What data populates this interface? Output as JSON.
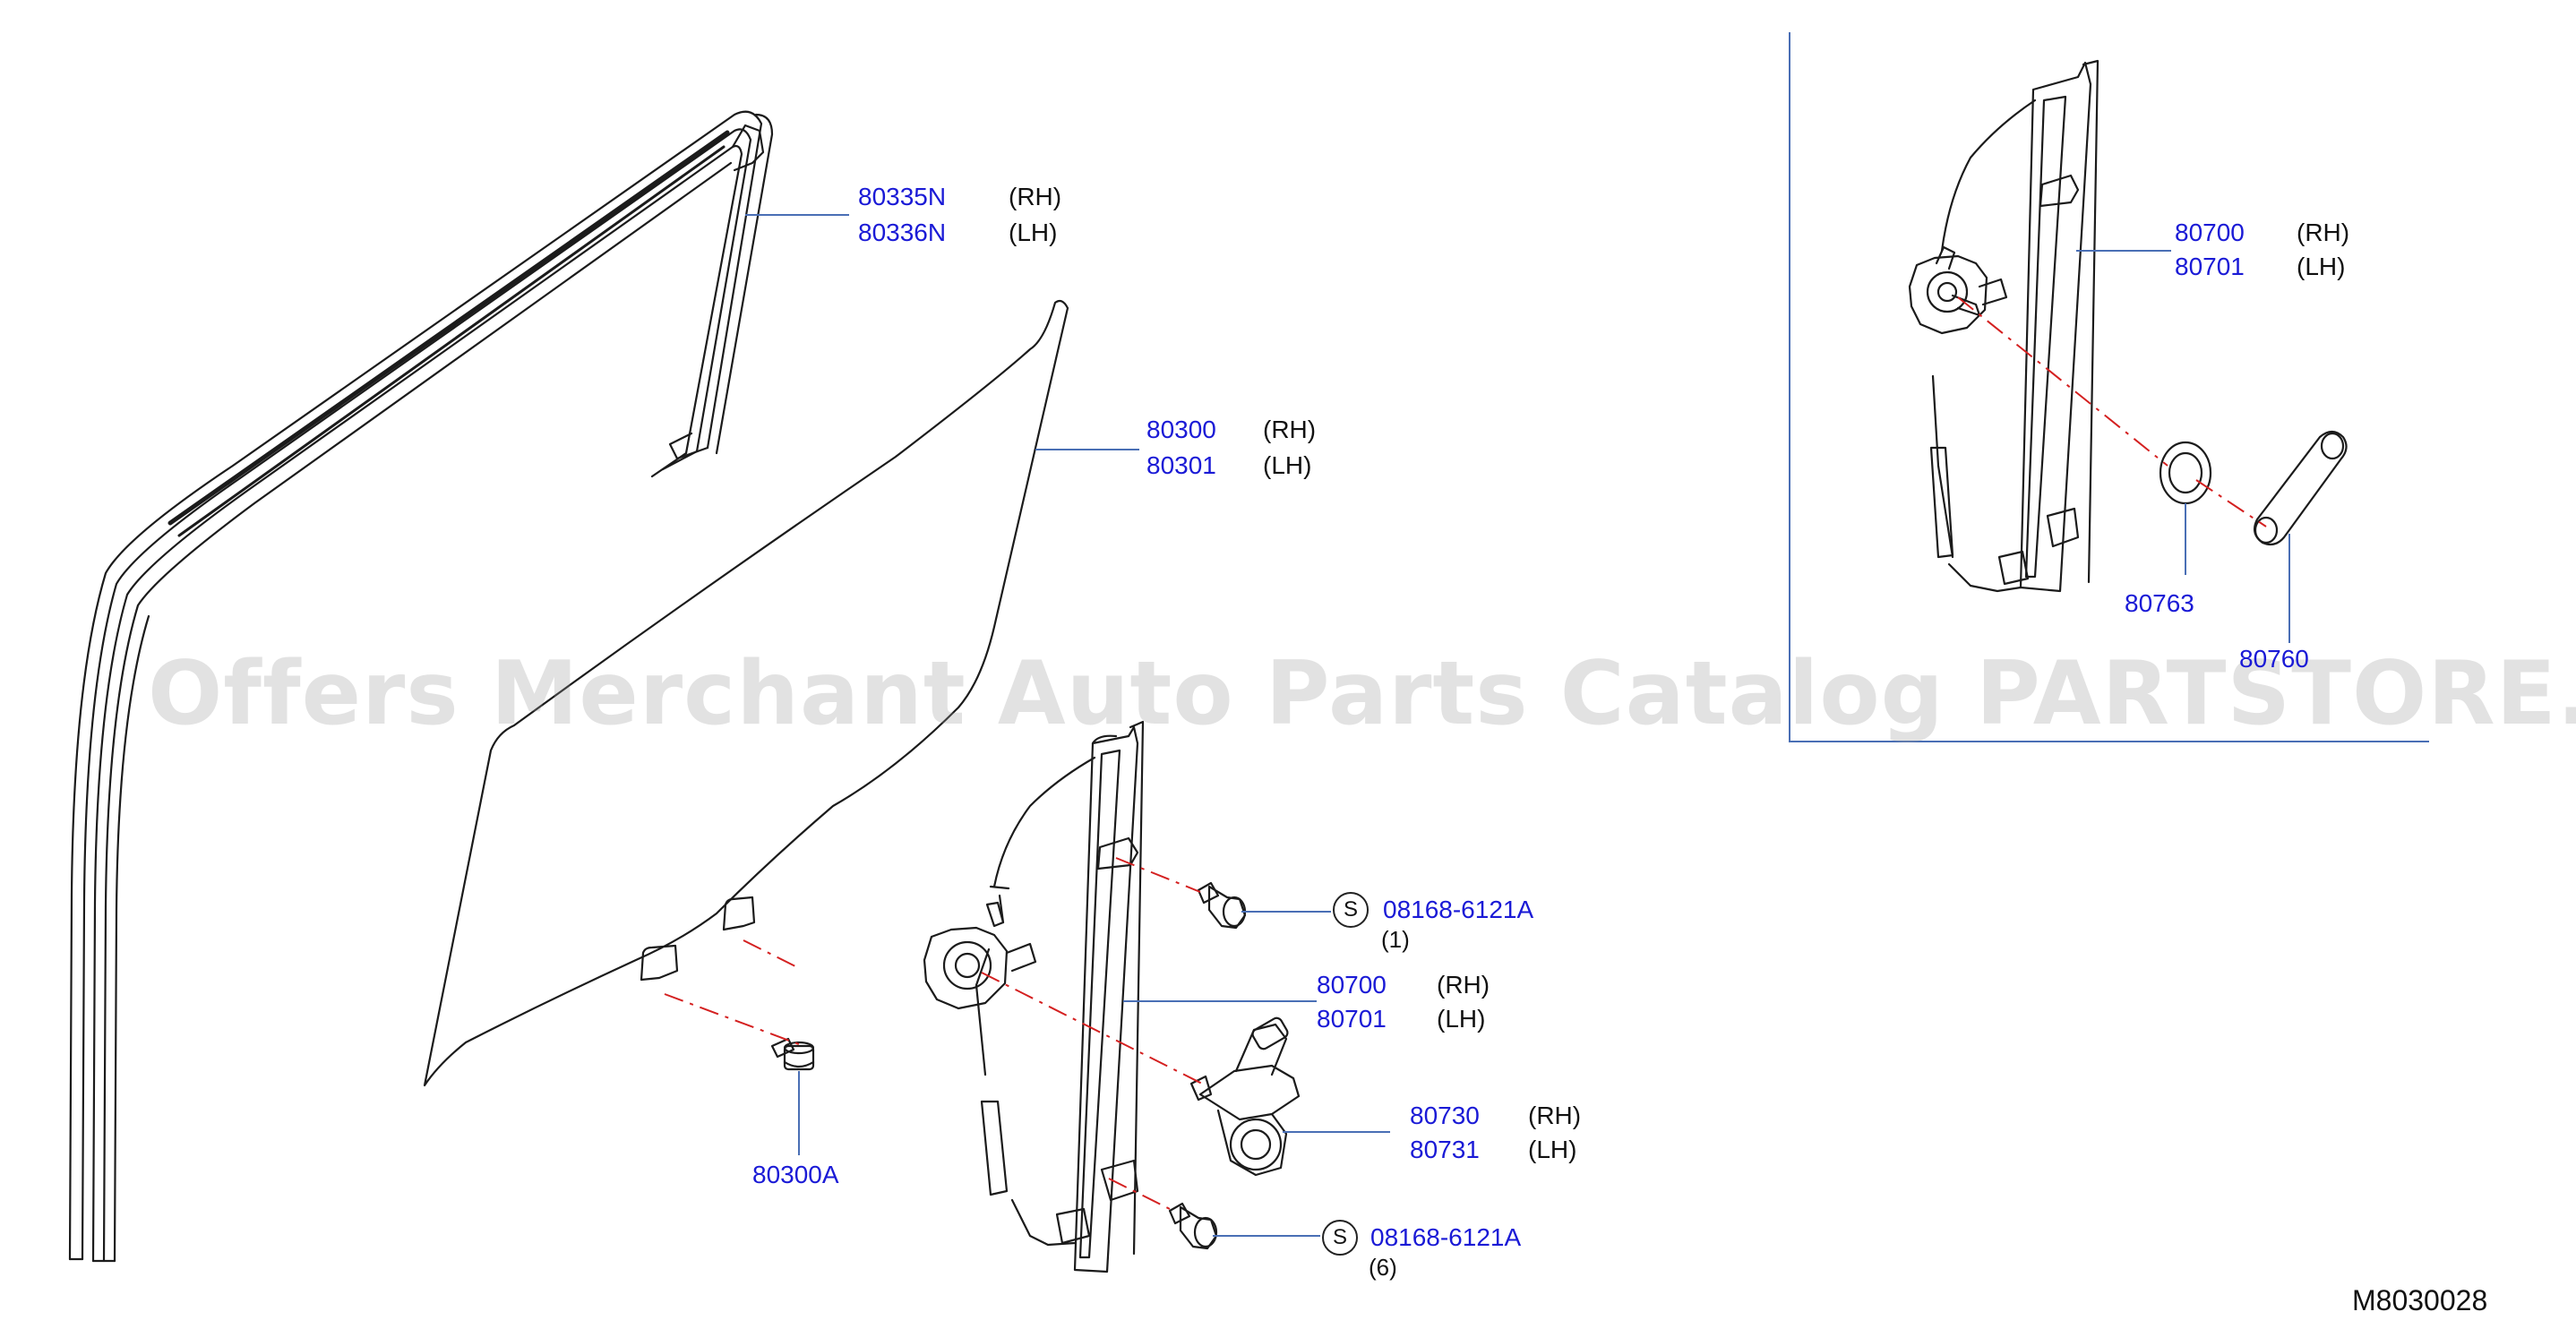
{
  "watermark": "Offers Merchant Auto Parts Catalog PARTSTORE.SA",
  "diagram_ref": "M8030028",
  "colors": {
    "part_number": "#1a1ad6",
    "line": "#1b1b1b",
    "leader": "#4a6fb5",
    "centerline": "#d42020",
    "inset_frame": "#4a6fb5"
  },
  "callouts": {
    "sash": {
      "rh": "80335N",
      "rh_side": "(RH)",
      "lh": "80336N",
      "lh_side": "(LH)"
    },
    "glass": {
      "rh": "80300",
      "rh_side": "(RH)",
      "lh": "80301",
      "lh_side": "(LH)"
    },
    "glass_bolt": {
      "pn": "80300A"
    },
    "bolt_upper": {
      "pn": "08168-6121A",
      "qty": "(1)",
      "badge": "S"
    },
    "bolt_lower": {
      "pn": "08168-6121A",
      "qty": "(6)",
      "badge": "S"
    },
    "regulator": {
      "rh": "80700",
      "rh_side": "(RH)",
      "lh": "80701",
      "lh_side": "(LH)"
    },
    "motor": {
      "rh": "80730",
      "rh_side": "(RH)",
      "lh": "80731",
      "lh_side": "(LH)"
    },
    "inset_regulator": {
      "rh": "80700",
      "rh_side": "(RH)",
      "lh": "80701",
      "lh_side": "(LH)"
    },
    "inset_escutcheon": {
      "pn": "80763"
    },
    "inset_handle": {
      "pn": "80760"
    }
  }
}
